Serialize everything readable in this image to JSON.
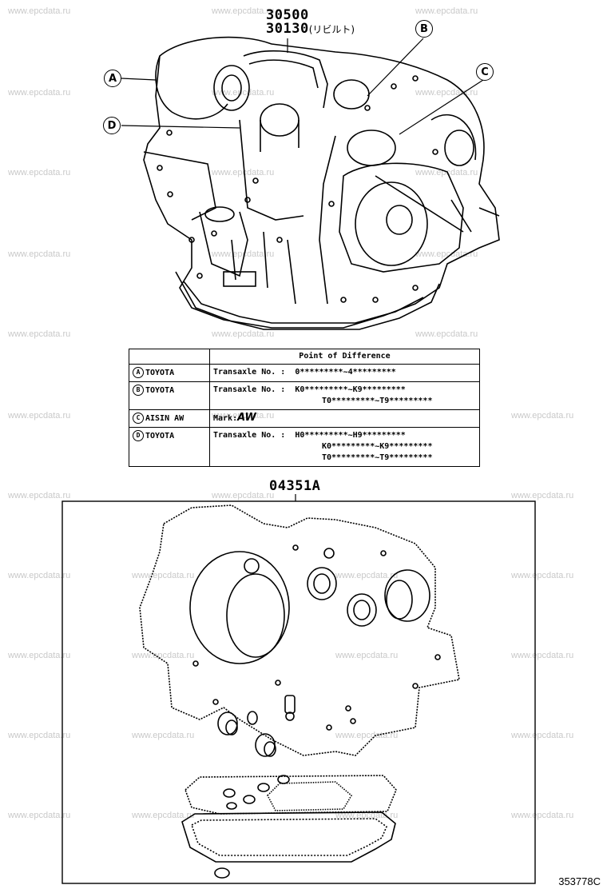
{
  "watermark": "www.epcdata.ru",
  "parts": {
    "main_code": "30500",
    "alt_code": "30130",
    "alt_note": "(リビルト)",
    "gasket_kit_code": "04351A"
  },
  "callouts": {
    "a": "A",
    "b": "B",
    "c": "C",
    "d": "D"
  },
  "table": {
    "header": "Point of Difference",
    "rows": [
      {
        "letter": "A",
        "maker": "TOYOTA",
        "label": "Transaxle No. :",
        "values": [
          "0*********~4*********"
        ]
      },
      {
        "letter": "B",
        "maker": "TOYOTA",
        "label": "Transaxle No. :",
        "values": [
          "K0*********~K9*********",
          "T0*********~T9*********"
        ]
      },
      {
        "letter": "C",
        "maker": "AISIN AW",
        "label": "Mark:",
        "values": [
          "AW"
        ]
      },
      {
        "letter": "D",
        "maker": "TOYOTA",
        "label": "Transaxle No. :",
        "values": [
          "H0*********~H9*********",
          "K0*********~K9*********",
          "T0*********~T9*********"
        ]
      }
    ]
  },
  "figure_id": "353778C"
}
